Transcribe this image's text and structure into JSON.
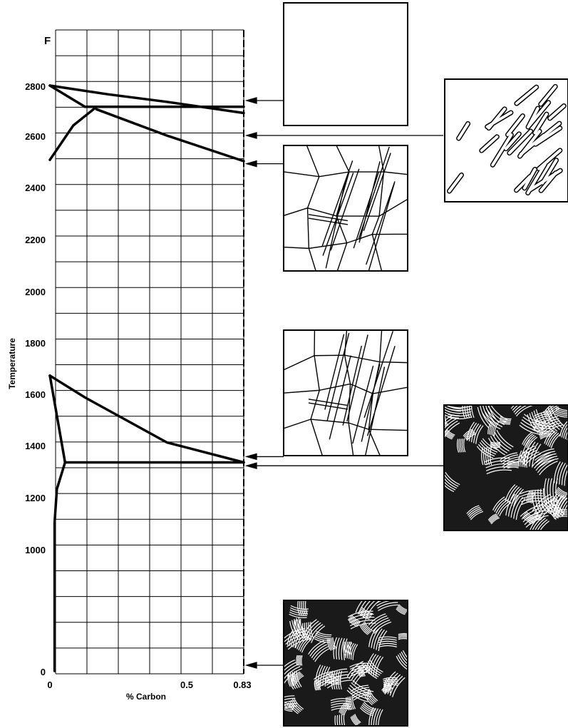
{
  "figure": {
    "unit_label": "F",
    "y_axis_label": "Temperature",
    "x_axis_label": "% Carbon",
    "y_ticks": [
      "2800",
      "2600",
      "2400",
      "2200",
      "2000",
      "1800",
      "1600",
      "1400",
      "1200",
      "1000",
      "0"
    ],
    "x_ticks": [
      "0",
      "0.5",
      "0.83"
    ]
  },
  "diagram_data": {
    "x_unit": "% Carbon",
    "y_unit": "F",
    "x_range": [
      0,
      0.83
    ],
    "y_ticks_values": [
      0,
      1000,
      1200,
      1400,
      1600,
      1800,
      2000,
      2200,
      2400,
      2600,
      2800
    ],
    "phase_lines": [
      {
        "id": "liquidus-upper",
        "points": [
          [
            0,
            2800
          ],
          [
            0.25,
            2765
          ],
          [
            0.5,
            2735
          ],
          [
            0.83,
            2690
          ]
        ]
      },
      {
        "id": "delta-boundary",
        "points": [
          [
            0,
            2800
          ],
          [
            0.15,
            2715
          ]
        ]
      },
      {
        "id": "peritectic-line",
        "points": [
          [
            0.15,
            2715
          ],
          [
            0.83,
            2715
          ]
        ]
      },
      {
        "id": "delta-gamma-boundary",
        "points": [
          [
            0,
            2505
          ],
          [
            0.1,
            2640
          ],
          [
            0.2,
            2715
          ]
        ]
      },
      {
        "id": "solidus",
        "points": [
          [
            0.2,
            2705
          ],
          [
            0.5,
            2600
          ],
          [
            0.83,
            2500
          ]
        ]
      },
      {
        "id": "a3-line",
        "points": [
          [
            0,
            1670
          ],
          [
            0.15,
            1585
          ],
          [
            0.5,
            1410
          ],
          [
            0.83,
            1333
          ]
        ]
      },
      {
        "id": "alpha-boundary-upper",
        "points": [
          [
            0,
            1670
          ],
          [
            0.065,
            1333
          ]
        ]
      },
      {
        "id": "eutectoid-line",
        "points": [
          [
            0.065,
            1333
          ],
          [
            0.83,
            1333
          ]
        ]
      },
      {
        "id": "alpha-solvus",
        "points": [
          [
            0.065,
            1333
          ],
          [
            0.03,
            1230
          ],
          [
            0.02,
            1100
          ],
          [
            0.02,
            0
          ]
        ]
      }
    ],
    "micrograph_pointers": [
      {
        "id": "liquid",
        "temp": 2740,
        "texture": "blank"
      },
      {
        "id": "dendritic",
        "temp": 2600,
        "texture": "dendrites"
      },
      {
        "id": "austenite-high",
        "temp": 2490,
        "texture": "grains"
      },
      {
        "id": "austenite-1355",
        "temp": 1355,
        "texture": "grains"
      },
      {
        "id": "pearlite-1320",
        "temp": 1320,
        "texture": "pearlite"
      },
      {
        "id": "pearlite-room",
        "temp": 0,
        "texture": "pearlite"
      }
    ]
  }
}
